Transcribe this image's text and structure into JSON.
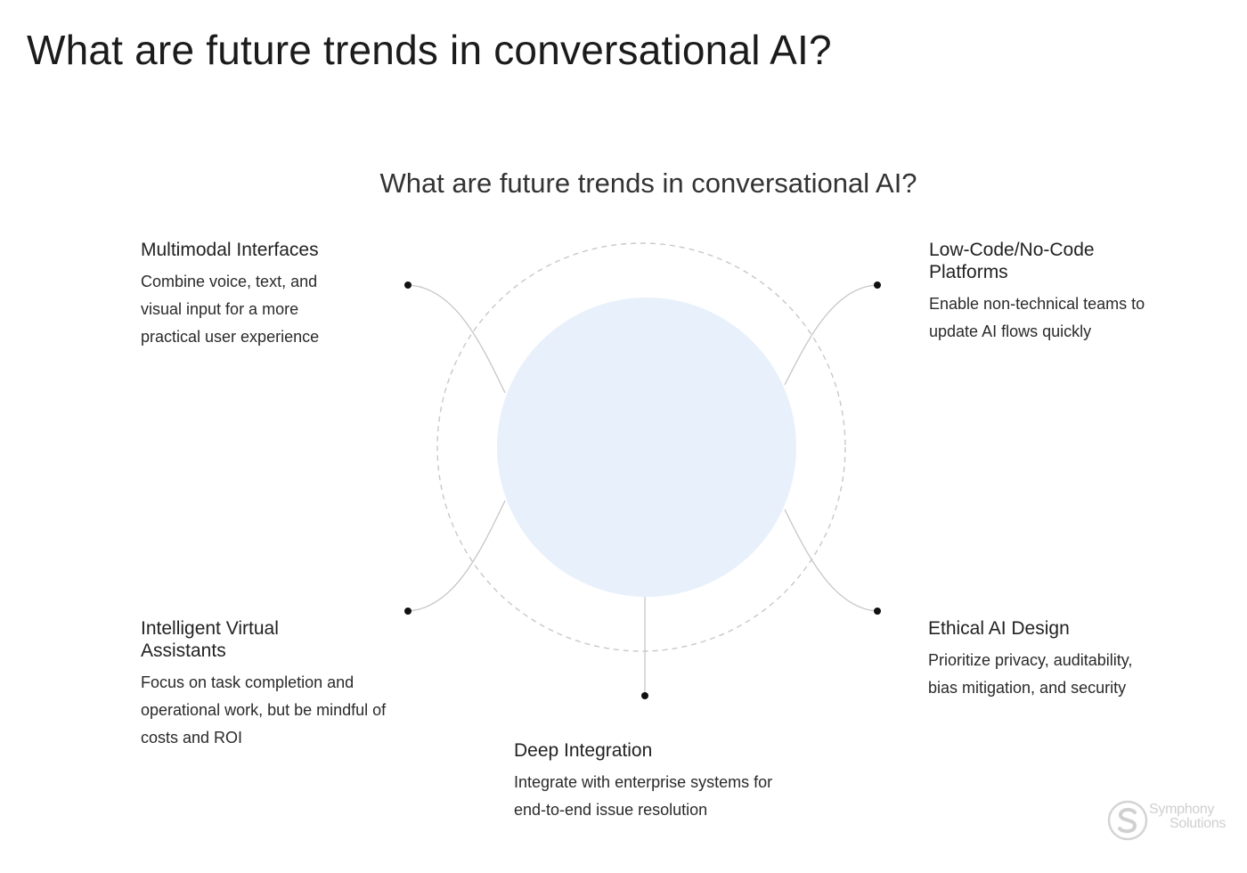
{
  "page": {
    "title": "What are future trends in conversational AI?"
  },
  "diagram": {
    "title": "What are future trends in conversational AI?",
    "trends": [
      {
        "title": "Multimodal Interfaces",
        "description": "Combine voice, text, and visual input for a more practical user experience"
      },
      {
        "title": "Low-Code/No-Code Platforms",
        "description": "Enable non-technical teams to update AI flows quickly"
      },
      {
        "title": "Intelligent Virtual Assistants",
        "description": "Focus on task completion and operational work, but be mindful of costs and ROI"
      },
      {
        "title": "Ethical AI Design",
        "description": "Prioritize privacy, auditability, bias mitigation, and security"
      },
      {
        "title": "Deep Integration",
        "description": "Integrate with enterprise systems for end-to-end issue resolution"
      }
    ],
    "colors": {
      "core_fill": "#e8f1fb",
      "dashed_ring": "#c8c8c8",
      "connector": "#c6c6c6",
      "dot": "#111111"
    }
  },
  "logo": {
    "line1": "Symphony",
    "line2": "Solutions",
    "icon": "symphony-s-logo-icon"
  }
}
